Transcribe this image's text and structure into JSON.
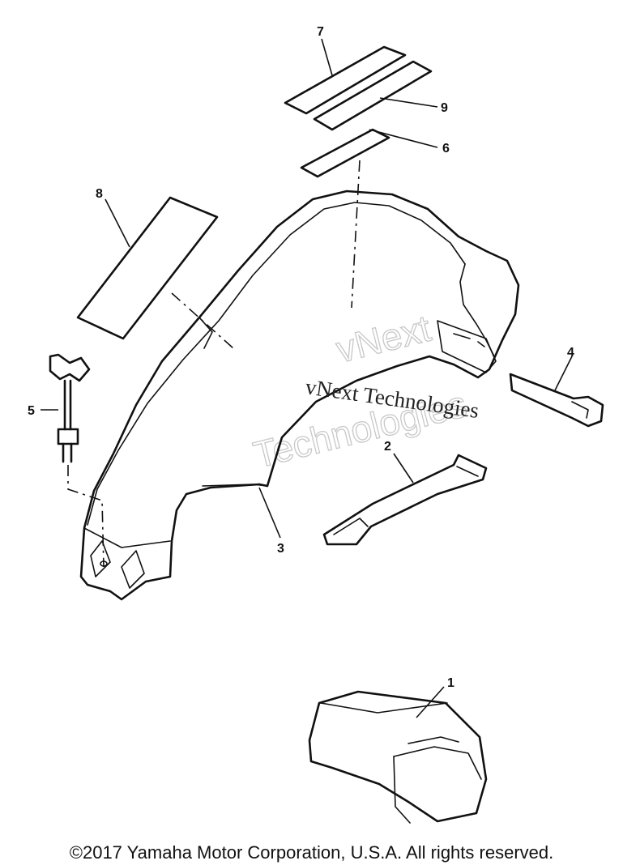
{
  "callouts": {
    "c1": "1",
    "c2": "2",
    "c3": "3",
    "c4": "4",
    "c5": "5",
    "c6": "6",
    "c7": "7",
    "c8": "8",
    "c9": "9"
  },
  "watermark": {
    "main": "vNext Technologies",
    "outline_word_1": "vNext",
    "outline_word_2": "Technologies"
  },
  "copyright": "©2017 Yamaha Motor Corporation, U.S.A. All rights reserved."
}
